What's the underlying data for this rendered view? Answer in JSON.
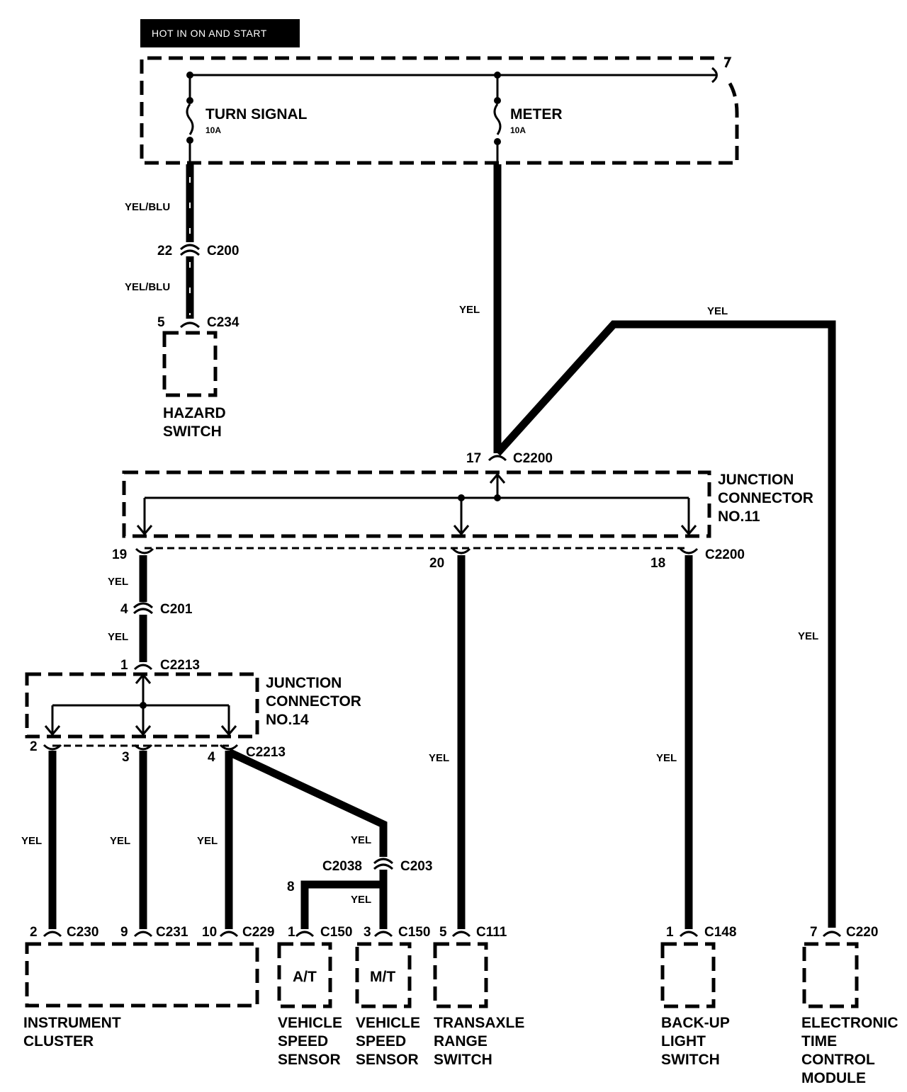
{
  "header": {
    "hot_label": "HOT IN ON AND START"
  },
  "fuses": [
    {
      "name": "TURN SIGNAL",
      "rating": "10A"
    },
    {
      "name": "METER",
      "rating": "10A"
    }
  ],
  "wire_colors": {
    "yel_blu": "YEL/BLU",
    "yel": "YEL"
  },
  "connectors": {
    "c200": {
      "id": "C200",
      "pin": "22"
    },
    "c234": {
      "id": "C234",
      "pin": "5"
    },
    "c2200_in": {
      "id": "C2200",
      "pin": "17"
    },
    "c2200_out": {
      "id": "C2200",
      "pins": [
        "19",
        "20",
        "18"
      ]
    },
    "c201": {
      "id": "C201",
      "pin": "4"
    },
    "c2213_in": {
      "id": "C2213",
      "pin": "1"
    },
    "c2213_out": {
      "id": "C2213",
      "pins": [
        "2",
        "3",
        "4"
      ]
    },
    "c2038": {
      "id": "C2038",
      "pin": "8"
    },
    "c203": {
      "id": "C203"
    },
    "bottom": [
      {
        "id": "C230",
        "pin": "2"
      },
      {
        "id": "C231",
        "pin": "9"
      },
      {
        "id": "C229",
        "pin": "10"
      },
      {
        "id": "C150",
        "pin": "1"
      },
      {
        "id": "C150",
        "pin": "3"
      },
      {
        "id": "C111",
        "pin": "5"
      },
      {
        "id": "C148",
        "pin": "1"
      },
      {
        "id": "C220",
        "pin": "7"
      }
    ]
  },
  "junctions": [
    {
      "line1": "JUNCTION",
      "line2": "CONNECTOR",
      "line3": "NO.11"
    },
    {
      "line1": "JUNCTION",
      "line2": "CONNECTOR",
      "line3": "NO.14"
    }
  ],
  "components": {
    "hazard": [
      "HAZARD",
      "SWITCH"
    ],
    "instrument": [
      "INSTRUMENT",
      "CLUSTER"
    ],
    "vss_at": {
      "inner": "A/T",
      "lines": [
        "VEHICLE",
        "SPEED",
        "SENSOR"
      ]
    },
    "vss_mt": {
      "inner": "M/T",
      "lines": [
        "VEHICLE",
        "SPEED",
        "SENSOR"
      ]
    },
    "transaxle": [
      "TRANSAXLE",
      "RANGE",
      "SWITCH"
    ],
    "backup": [
      "BACK-UP",
      "LIGHT",
      "SWITCH"
    ],
    "etcm": [
      "ELECTRONIC",
      "TIME",
      "CONTROL",
      "MODULE"
    ]
  }
}
